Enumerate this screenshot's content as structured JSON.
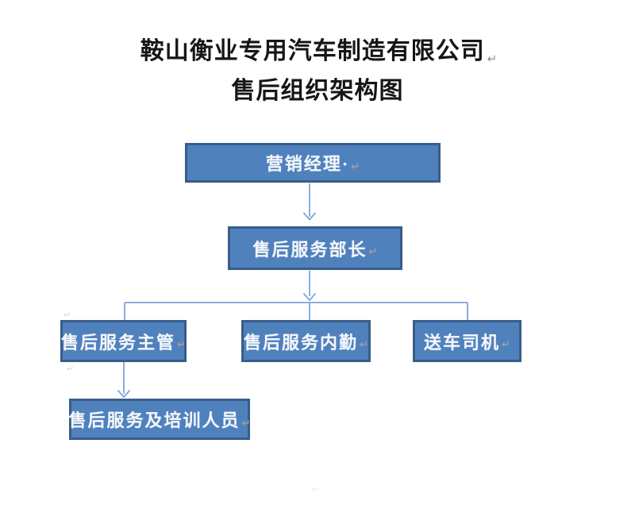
{
  "title": {
    "line1": "鞍山衡业专用汽车制造有限公司",
    "line2": "售后组织架构图"
  },
  "marks": {
    "return_symbol": "↵"
  },
  "chart_data": {
    "type": "org-chart",
    "title": "鞍山衡业专用汽车制造有限公司 售后组织架构图",
    "nodes": [
      {
        "id": "marketing-manager",
        "label": "营销经理·",
        "level": 1
      },
      {
        "id": "aftersales-service-director",
        "label": "售后服务部长",
        "level": 2
      },
      {
        "id": "aftersales-service-supervisor",
        "label": "售后服务主管",
        "level": 3
      },
      {
        "id": "aftersales-service-office-staff",
        "label": "售后服务内勤",
        "level": 3
      },
      {
        "id": "delivery-driver",
        "label": "送车司机",
        "level": 3
      },
      {
        "id": "aftersales-service-training-staff",
        "label": "售后服务及培训人员",
        "level": 4
      }
    ],
    "edges": [
      {
        "from": "marketing-manager",
        "to": "aftersales-service-director",
        "arrow": true
      },
      {
        "from": "aftersales-service-director",
        "to": "aftersales-service-supervisor",
        "arrow": true
      },
      {
        "from": "aftersales-service-director",
        "to": "aftersales-service-office-staff",
        "arrow": true
      },
      {
        "from": "aftersales-service-director",
        "to": "delivery-driver",
        "arrow": true
      },
      {
        "from": "aftersales-service-supervisor",
        "to": "aftersales-service-training-staff",
        "arrow": true
      }
    ],
    "legend": null,
    "layout_hint": "top-down tree, level-3 siblings joined by horizontal bus line"
  },
  "colors": {
    "node_fill": "#4f81bd",
    "node_border": "#385d8a",
    "node_text": "#f4f6fa",
    "connector": "#7ea6d9",
    "title_text": "#161616",
    "return_mark": "#b9aa85"
  }
}
